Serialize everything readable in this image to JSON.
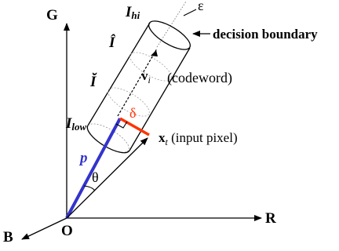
{
  "axes": {
    "g_label": "G",
    "r_label": "R",
    "b_label": "B",
    "origin_label": "O"
  },
  "cylinder": {
    "i_hi_main": "I",
    "i_hi_sub": "hi",
    "i_low_main": "I",
    "i_low_sub": "low",
    "i_hat": "Î",
    "i_breve": "Ĭ",
    "epsilon": "ε",
    "decision_boundary": "decision boundary"
  },
  "vectors": {
    "v_main": "v",
    "v_sub": "i",
    "codeword": "(codeword)",
    "x_main": "x",
    "x_sub": "t",
    "input_pixel": " (input pixel)",
    "p_label": "p",
    "delta": "δ",
    "theta": "θ"
  },
  "colors": {
    "projection_blue": "#3333cc",
    "delta_red": "#ff3300",
    "line_black": "#000000"
  }
}
